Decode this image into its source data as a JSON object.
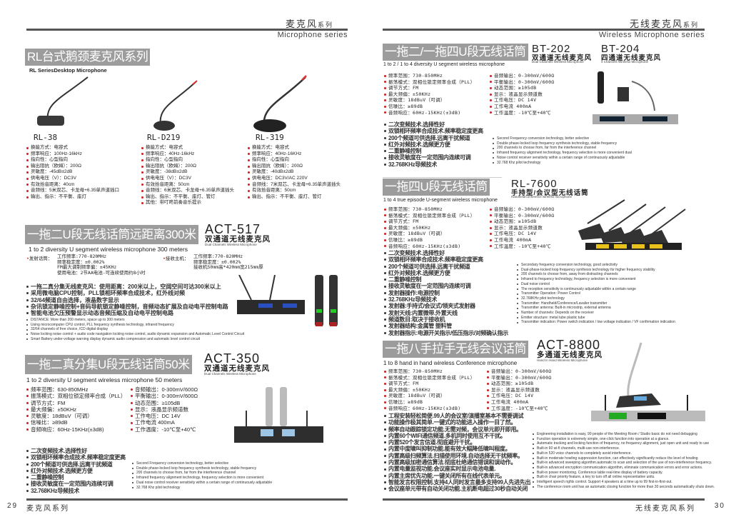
{
  "left": {
    "header_cn": "麦克风",
    "header_cn_small": "系列",
    "header_en": "Microphone series",
    "rl": {
      "title": "RL台式鹅颈麦克风系列",
      "subtitle": "RL SeriesDesktop Microphone",
      "products": [
        {
          "model": "RL-38",
          "specs": [
            "换能方式：电容式",
            "频率响应：100Hz-16kHz",
            "指向性：心型指向",
            "输出阻抗（欧姆）：200Ω",
            "灵敏度：-45dB±2dB",
            "供电电压（V）：DC3V",
            "有效拾音距离：40cm",
            "音频线：5米双芯、卡龙母+6.35单声道插口",
            "输出、指示：不平衡、座灯"
          ]
        },
        {
          "model": "RL-D219",
          "specs": [
            "换能方式：电容式",
            "频率响应：40Hz-16kHz",
            "指向性：心型指向",
            "输出阻抗（欧姆）：200Ω",
            "灵敏度：-38dB±2dB",
            "供电电压（V）：DC3V",
            "有效拾音距离：50cm",
            "音频线：6米双芯、卡龙母+6.35单声道插头",
            "输出、指示：不平衡、座灯、管灯",
            "其他：带叮咚前奏音乐提示"
          ]
        },
        {
          "model": "RL-319",
          "specs": [
            "换能方式：电容式",
            "频率响应：40Hz-16KHz",
            "指向性：心型指向",
            "输出阻抗（欧姆）：200Ω",
            "灵敏度：-40dB±2dB",
            "供电电压：DC3V/AC 220V",
            "音频线：7米双芯、卡龙母+6.35单声道插头",
            "有效拾音距离：50cm",
            "输出、指示：不平衡、座灯、管灯"
          ]
        }
      ]
    },
    "act517": {
      "title": "一拖二U段无线话筒远距离300米",
      "model": "ACT-517",
      "model_cn": "双通道无线麦克风",
      "model_en": "Dual Channels Wireless Microphone",
      "subtitle": "1 to 2 diversity U segment wireless microphone 300 meters",
      "tx_label": "发射话筒：",
      "tx_specs": [
        "工作频率:770-820MHz",
        "频率稳定度：±0.002%",
        "FM最大调制频率偏：±45KHz",
        "使用电池：2节AA电池-可连续使用约8小时"
      ],
      "rx_label": "接收主机：",
      "rx_specs": [
        "工作频率:770-820MHz",
        "频率稳定度：±0.002%",
        "接收机50mm高*420mm宽215mm厚"
      ],
      "features_cn": [
        "一拖二真分集无线麦克风：使用距离：200米以上，空阔空间可达300米以上",
        "采用微电脑CPU控制，PLL锁相环频率合成技术，红外线对频",
        "32/64频道自由选择，液晶数字显示",
        "杂讯锁定静噪控制+音码导航锁定静噪控制，音频动态扩展及自动电平控制电路",
        "智能电池欠压预警显示动态音频压缩及自动电平控制电路"
      ],
      "features_en": [
        "DISTANCE: More than 200 meters, space up to 300 meters",
        "Using microcomputer CPU control, PLL frequency synthesis technology, infrared frequency",
        "32/64 channels of free choice, ICD digital display",
        "Noise locking noise control + audio code navigation locking noise control, audio dynamic expansion and Automatic Level Control Circuit",
        "Smart Battery under-voltage warning display dynamic audio compression and automatic level control circuit"
      ]
    },
    "act350": {
      "title": "一拖二真分集U段无线话筒50米",
      "model": "ACT-350",
      "model_cn": "双通道无线麦克风",
      "model_en": "Dual Channels Wireless Microphone",
      "subtitle": "1 to 2  diversity U segment wireless microphone 50 meters",
      "specs_left": [
        "频率范围：630-850MHz",
        "振荡模式：双相位锁定频率合成（PLL）",
        "调节方式：FM",
        "最大频偏：±50KHz",
        "灵敏度：18dBuV（可调）",
        "信噪比：≥89dB",
        "音频响应：60Hz-15KHz(±3dB)"
      ],
      "specs_right": [
        "音频输出：0-300mV/600Ω",
        "平衡输出：0-300mV/600Ω",
        "动态范围：≥105dB",
        "显示：液晶显示频道数",
        "工作电压：DC 14V",
        "工作电流 400mA",
        "工作温度：-10℃至+40℃"
      ],
      "features_cn": [
        "二次变频技术.选择性好",
        "双锁相环频率合成技术.频率稳定度更高",
        "200个频道可供选择.远离干扰频道",
        "红外对频技术.选频更方便",
        "二重静噪控制",
        "接收灵敏度在一定范围内连续可调",
        "32.768KHz导频技术"
      ],
      "features_en": [
        "Second Frequency conversion technology, better selective",
        "Double phase-locked loop frequency synthesis technology, stable frequency",
        "200 channels to choose from, far from the interference channel",
        "Infrared frequency alignment technology, frequency selection is more convenient",
        "Dual noise control receiver sensitivity within a certain range of continuously adjustable",
        "32.768 Khz pilot technology"
      ]
    },
    "footer": {
      "page": "29",
      "label": "麦克风系列"
    }
  },
  "right": {
    "header_cn": "无线麦克风",
    "header_cn_small": "系列",
    "header_en": "Wireless Microphone series",
    "bt": {
      "title": "一拖二/一拖四U段无线话筒",
      "subtitle": "1 to 2 / 1 to 4 diversity U segment wireless microphone",
      "models": [
        {
          "model": "BT-202",
          "cn": "双通道无线麦克风",
          "en": "Dual Channels Wireless Microphone"
        },
        {
          "model": "BT-204",
          "cn": "四通道无线麦克风",
          "en": "4 Channels Wireless Microphone"
        }
      ],
      "specs_left": [
        "频率范围：730-850MHz",
        "振荡模式：双相位锁定频率合成（PLL）",
        "调节方式：FM",
        "最大频偏：±50KHz",
        "灵敏度：18dBuV（可调）",
        "信噪比：≥89dB",
        "音频响应：60Hz-15KHz(±3dB)"
      ],
      "specs_right": [
        "音频输出：0-300mV/600Ω",
        "平衡输出：0-300mV/600Ω",
        "动态范围：≥105dB",
        "显示：液晶显示频道数",
        "工作电压：DC 14V",
        "工作电流 400mA",
        "工作温度：-10℃至+40℃"
      ],
      "features_cn": [
        "二次变频技术.选择性好",
        "双锁相环频率合成技术.频率稳定度更高",
        "200个频道可供选择.远离干扰频道",
        "红外对频技术.选频更方便",
        "二重静噪控制",
        "接收灵敏度在一定范围内连续可调",
        "32.768KHz导频技术"
      ],
      "features_en": [
        "Second Frequency conversion technology, better selective",
        "Double phase-locked loop frequency synthesis technology, stable frequency",
        "200 channels to choose from, far from the interference channel",
        "Infrared frequency alignment technology, frequency selection is more convenient dual",
        "Noise control receiver sensitivity within a certain range of continuously adjustable",
        "32.768 Khz pilot technology"
      ]
    },
    "rl7600": {
      "title": "一拖四U段无线话筒",
      "model": "RL-7600",
      "model_cn": "手持型/会议型无线话筒",
      "model_en": "Handheld/conference wireless microphone",
      "subtitle": "1 to 4 true episode U-segment  wireless microphone",
      "specs_left": [
        "频率范围：730-850MHz",
        "振荡模式：双相位锁定频率合成（PLL）",
        "调节方式：FM",
        "最大频偏：±50KHz",
        "灵敏度：18dBuV（可调）",
        "信噪比：≥89dB",
        "音频响应：60Hz-15KHz(±3dB)"
      ],
      "specs_right": [
        "音频输出：0-300mV/600Ω",
        "平衡输出：0-300mV/600Ω",
        "动态范围：≥105dB",
        "显示：液晶显示频道数",
        "工作电压：DC 14V",
        "工作电流 400mA",
        "工作温度：-10℃至+40℃"
      ],
      "features_cn": [
        "二次变频技术.选择性好",
        "双锁相环频率合成技术.频率稳定度更高",
        "200个频道可供选择.远离干扰频道",
        "红外对频技术.选频更方便",
        "二重静噪控制",
        "接收灵敏度在一定范围内连续可调",
        "发射器操作:电源控制",
        "32.768KHz导频技术",
        "发射器:手持式/会议式/领夹式发射器",
        "发射天线:内置微带.外置天线",
        "频道数目:取决于接收机",
        "发射器结构:金属管 塑料管",
        "发射器指示:电源开关指示/低压指示/对频确认指示"
      ],
      "features_en": [
        "Secondary frequency conversion technology, good selectivity",
        "Dual-phase-locked loop frequency synthesis technology for higher frequency stability",
        "200 channels to choose from, away from distracting channels",
        "Infrared to frequency technology, frequency selection is more convenient",
        "Dual noise control",
        "The reception sensitivity is continuously adjustable within a certain range",
        "Transmitter Operation: Power Control",
        "32.768KHz pilot technology",
        "Transmitter: Handheld/Conference/Lavalier transmitter",
        "Transmitter antenna: Built-in microstrip, external antenna",
        "Number of channels: Depends on the receiver",
        "Emitter structure: metal tube plastic tube",
        "Transmitter indication: Power switch indication / low voltage indication / VF confirmation indication"
      ]
    },
    "act8800": {
      "title": "一拖八手拉手无线会议话筒",
      "model": "ACT-8800",
      "model_cn": "多通道无线麦克风",
      "model_en": "Hand In Hand Wireless Microphone",
      "subtitle": "1 to 8 hand in hand wireless Conference microphone",
      "specs_left": [
        "频率范围：730-850MHz",
        "振荡模式：双相位锁定频率合成（PLL）",
        "调节方式：FM",
        "最大频偏：±50KHz",
        "灵敏度：18dBuV（可调）",
        "信噪比：≥89dB",
        "音频响应：60Hz-15KHz(±3dB)"
      ],
      "specs_right": [
        "音频输出：0-300mV/600Ω",
        "平衡输出：0-300mV/600Ω",
        "动态范围：≥105dB",
        "显示：液晶显示频道数",
        "工作电压：DC 14V",
        "工作电流 400mA",
        "工作温度：-10℃至+40℃"
      ],
      "features_cn": [
        "工程安装轻松简便.99人的会议室/演播室基本不需要调试",
        "功能操作极其简单.一键式的功能进入操作一目了然。",
        "频率自动跟踪锁定功能.无需对频，会议单元即开即用。",
        "内置60个WIFI通信频道.多机同时使用互不干扰。",
        "内置520个发言信道.彻底避开干扰。",
        "内置中度啸叫抑制功能.能有效大幅降低啸叫程度。",
        "内置高级扫频算法.扫描使用环境.自动选择无干扰频率。",
        "内置高级加密通信算法.彻底杜绝通信错误和误动作。",
        "内置电量监视功能.会议座实时显示电池电量.",
        "内置主席优先功能.一键关闭所有在线代表单元。",
        "智能发言权限控制.支持4人同时发言最多支持99人先进先出",
        "会议座单元带有自动关闭功能.主机断电超过30秒自动关闭"
      ],
      "features_en": [
        "Engineering installation is easy, 99 people of the Meeting Room / Studio basic do not need debugging",
        "Function operation is extremely simple, one-click function into operation at a glance.",
        "Automatic tracking and locking function of frequency, no frequency alignment, just open unit and ready to use",
        "Built-in 60 wi-fi channels, multi-use non-interference.",
        "Built-in 520 voice channels to completely avoid interference.",
        "Built-in moderate howling suppression function, can effectively significantly reduce the level of howling",
        "Built-in advanced sweeping algorithm.automatic to scan and selection of the use of non-interference frequency.",
        "Built-in advanced encryption communication algorithm, eliminate communication errors and error actions.",
        "Built-in power monitoring. Conference table real-time display of battery capacity.",
        "Built-in chair priority feature, a key to turn off all online representative units.",
        "Intelligent speech rights control. Support 4 speakers at a time up to 99 first-in-first-out.",
        "The conference room unit has an automatic closing function for more than 30 seconds automatically shuts down."
      ]
    },
    "footer": {
      "page": "30",
      "label": "无线麦克风系列"
    }
  },
  "colors": {
    "bullet": "#d21d1d",
    "title_bar": "#9c9c9c",
    "rule": "#555555"
  }
}
